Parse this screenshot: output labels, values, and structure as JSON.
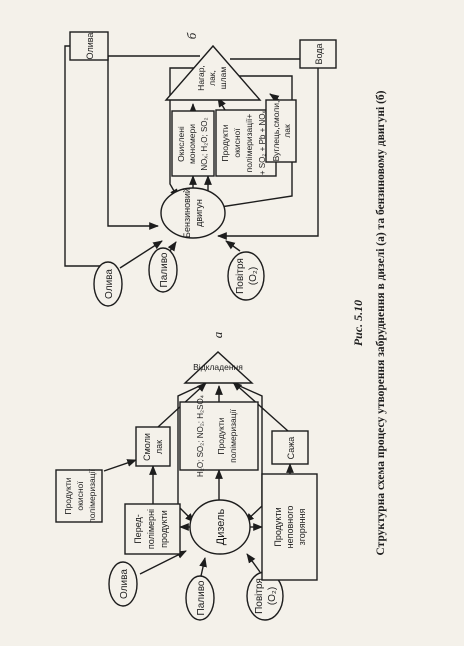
{
  "caption": {
    "number": "Рис. 5.10",
    "text": "Структурна схема процесу утворення забруднення в дизелі (а) та бензиновому двигуні (б)"
  },
  "diagram_a": {
    "letter": "а",
    "engine": "Дизель",
    "inputs": {
      "air_line1": "Повітря",
      "air_line2": "(O₂)",
      "fuel": "Паливо",
      "oil": "Оливa"
    },
    "incomplete_combustion": [
      "Продукти",
      "неповного",
      "згоряння"
    ],
    "soot": "Сажа",
    "center_box": [
      "H₂O; SO₂; NO₂; H₂SO₄",
      "Продукти",
      "полімеризації"
    ],
    "prepolymer": [
      "Перед-",
      "полімерні",
      "продукти"
    ],
    "oxidative_polymerization": [
      "Продукти",
      "окисної",
      "полімеризації"
    ],
    "resins": [
      "Смоли",
      "лак"
    ],
    "deposits": "Відкладення"
  },
  "diagram_b": {
    "letter": "б",
    "engine": [
      "Бензиновий",
      "двигун"
    ],
    "inputs": {
      "air_line1": "Повітря",
      "air_line2": "(O₂)",
      "fuel": "Паливо",
      "oil": "Олива"
    },
    "oil_box": "Олива",
    "water_box": "Вода",
    "oxidized_monomers": [
      "Окислені",
      "мономери",
      "NOₓ; H₂O; SO₂"
    ],
    "polymerization_products": [
      "Продукти",
      "окисної",
      "полімеризації+",
      "+ SO₂ + Pb + NOₓ"
    ],
    "carbon_resins": [
      "Вуглець,смоли,",
      "лак"
    ],
    "sludge": [
      "Нагар,",
      "лак,",
      "шлам"
    ]
  }
}
